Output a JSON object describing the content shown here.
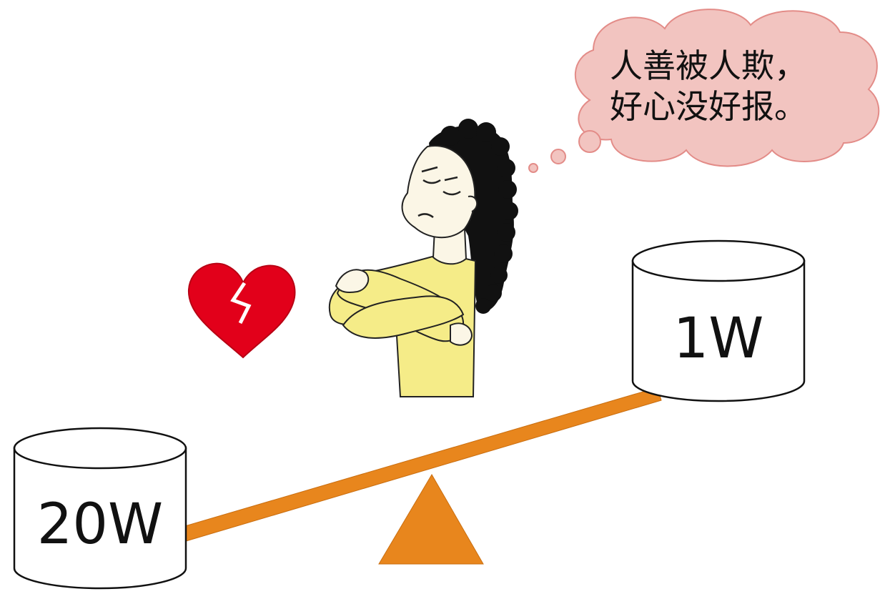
{
  "thought_bubble": {
    "line1": "人善被人欺，",
    "line2": "好心没好报。",
    "fill_color": "#F2C4C0",
    "stroke_color": "#E38C88"
  },
  "seesaw": {
    "beam_color": "#E8861D",
    "left_weight": {
      "label": "20W"
    },
    "right_weight": {
      "label": "1W"
    }
  },
  "heart": {
    "icon": "broken-heart-icon",
    "color": "#E2001A"
  },
  "character": {
    "shirt_color": "#F5EC88",
    "hair_color": "#111111"
  }
}
